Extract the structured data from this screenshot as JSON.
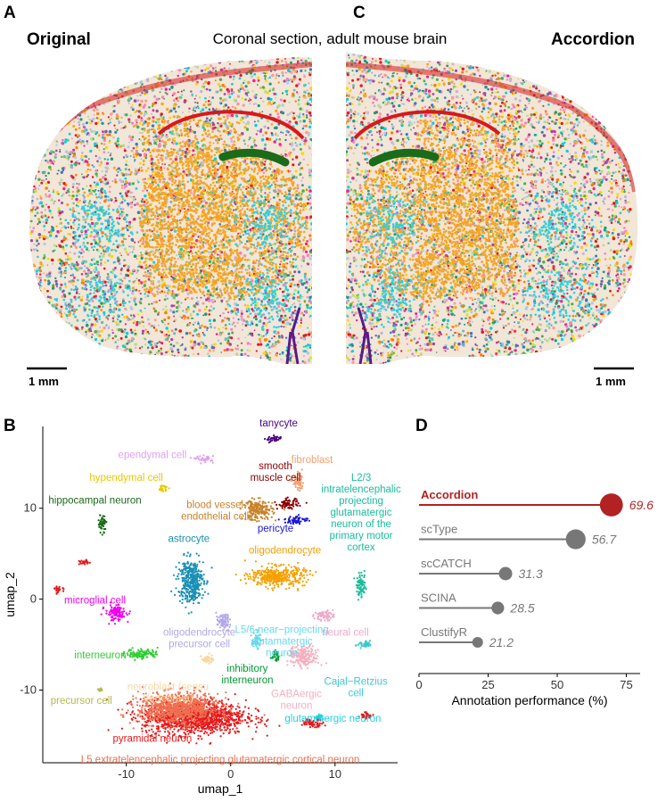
{
  "panels": {
    "a": "A",
    "b": "B",
    "c": "C",
    "d": "D"
  },
  "brain": {
    "title": "Coronal section, adult mouse brain",
    "left_label": "Original",
    "right_label": "Accordion",
    "scalebar_label": "1 mm",
    "palette": [
      "#e41a1c",
      "#ff7f00",
      "#f5a623",
      "#ffd700",
      "#00cfe0",
      "#377eb8",
      "#4daf4a",
      "#984ea3",
      "#f781bf",
      "#a6cee3",
      "#66c2a5",
      "#e7298a",
      "#1b9e77",
      "#fb9a99",
      "#b2df8a",
      "#cab2d6"
    ]
  },
  "colors": {
    "cortex_red": "#d7191c",
    "hippocampus_green": "#1a6b1a",
    "striatum_orange": "#f5a623",
    "fiber_purple": "#5a1a8a"
  },
  "chart_data": [
    {
      "type": "scatter",
      "xlabel": "umap_1",
      "ylabel": "umap_2",
      "xlim": [
        -18,
        16
      ],
      "ylim": [
        -18,
        19
      ],
      "xticks": [
        -10,
        0,
        10
      ],
      "yticks": [
        -10,
        0,
        10
      ],
      "clusters": [
        {
          "name": "tanycyte",
          "x": 4.2,
          "y": 17.6,
          "color": "#4b0082",
          "sx": 0.7,
          "sy": 0.35,
          "lx": 4.6,
          "ly": 19.0
        },
        {
          "name": "ependymal cell",
          "x": -2.5,
          "y": 15.4,
          "color": "#e0a0f0",
          "sx": 0.8,
          "sy": 0.3,
          "lx": -7.5,
          "ly": 15.5
        },
        {
          "name": "hypendymal cell",
          "x": -6.5,
          "y": 12.2,
          "color": "#e8c800",
          "sx": 0.4,
          "sy": 0.35,
          "lx": -10.0,
          "ly": 13.0
        },
        {
          "name": "hippocampal neuron",
          "x": -12.3,
          "y": 8.3,
          "color": "#1a6b1a",
          "sx": 0.35,
          "sy": 0.9,
          "lx": -13.0,
          "ly": 10.5
        },
        {
          "name": "smooth\nmuscle cell",
          "x": 5.5,
          "y": 10.5,
          "color": "#8b0000",
          "sx": 0.9,
          "sy": 0.5,
          "lx": 4.3,
          "ly": 14.3
        },
        {
          "name": "fibroblast",
          "x": 6.5,
          "y": 12.8,
          "color": "#f4a070",
          "sx": 0.5,
          "sy": 0.8,
          "lx": 7.8,
          "ly": 15.0
        },
        {
          "name": "blood vessel\nendothelial cell",
          "x": 2.6,
          "y": 9.8,
          "color": "#c8822a",
          "sx": 1.3,
          "sy": 1.0,
          "lx": -1.5,
          "ly": 10.0
        },
        {
          "name": "pericyte",
          "x": 6.3,
          "y": 8.7,
          "color": "#1a1acd",
          "sx": 1.0,
          "sy": 0.4,
          "lx": 4.3,
          "ly": 7.4
        },
        {
          "name": "L2/3\nintratelencephalic\nprojecting\nglutamatergic\nneuron of the\nprimary motor\ncortex",
          "x": 12.5,
          "y": 1.5,
          "color": "#1abc9c",
          "sx": 0.4,
          "sy": 1.2,
          "lx": 12.5,
          "ly": 13.0
        },
        {
          "name": "astrocyte",
          "x": -3.8,
          "y": 2.0,
          "color": "#1a8fb5",
          "sx": 1.1,
          "sy": 2.2,
          "lx": -4.0,
          "ly": 6.3
        },
        {
          "name": "oligodendrocyte",
          "x": 4.5,
          "y": 2.5,
          "color": "#f5a000",
          "sx": 2.4,
          "sy": 1.0,
          "lx": 5.2,
          "ly": 5.0
        },
        {
          "name": "microglial cell",
          "x": -11.0,
          "y": -1.5,
          "color": "#ee00ee",
          "sx": 0.9,
          "sy": 0.8,
          "lx": -13.0,
          "ly": -0.5
        },
        {
          "name": "oligodendrocyte\nprecursor cell",
          "x": -0.7,
          "y": -2.5,
          "color": "#b0a8e8",
          "sx": 0.6,
          "sy": 0.8,
          "lx": -3.0,
          "ly": -4.0
        },
        {
          "name": "L5/6 near−projecting\nglutamatergic\nneuron",
          "x": 2.5,
          "y": -4.5,
          "color": "#66d9ee",
          "sx": 0.4,
          "sy": 0.8,
          "lx": 4.9,
          "ly": -3.7
        },
        {
          "name": "neural cell",
          "x": 8.9,
          "y": -1.8,
          "color": "#f0a8c8",
          "sx": 0.8,
          "sy": 0.5,
          "lx": 11.0,
          "ly": -4.0
        },
        {
          "name": "interneuron",
          "x": -8.5,
          "y": -6.0,
          "color": "#32cd32",
          "sx": 1.4,
          "sy": 0.5,
          "lx": -12.5,
          "ly": -6.5
        },
        {
          "name": "inhibitory\ninterneuron",
          "x": 4.3,
          "y": -6.3,
          "color": "#009933",
          "sx": 0.3,
          "sy": 0.5,
          "lx": 1.6,
          "ly": -8.0
        },
        {
          "name": "neuroblast (sensu\nVertebrata)",
          "x": -2.2,
          "y": -6.5,
          "color": "#f8d8a0",
          "sx": 0.5,
          "sy": 0.5,
          "lx": -6.0,
          "ly": -10.0
        },
        {
          "name": "GABAergic\nneuron",
          "x": 7.0,
          "y": -6.3,
          "color": "#f4b0c0",
          "sx": 1.3,
          "sy": 1.0,
          "lx": 6.3,
          "ly": -10.8
        },
        {
          "name": "Cajal−Retzius\ncell",
          "x": 12.8,
          "y": -5.0,
          "color": "#3ec8d0",
          "sx": 0.7,
          "sy": 0.35,
          "lx": 12.0,
          "ly": -9.4
        },
        {
          "name": "precursor cell",
          "x": -12.5,
          "y": -10.0,
          "color": "#b5b84c",
          "sx": 0.2,
          "sy": 0.15,
          "lx": -14.3,
          "ly": -11.5
        },
        {
          "name": "glutamatergic neuron",
          "x": 8.5,
          "y": -13.0,
          "color": "#22d0e0",
          "sx": 0.3,
          "sy": 0.3,
          "lx": 9.8,
          "ly": -13.5
        },
        {
          "name": "pyramidal neuron",
          "x": -3.5,
          "y": -13.0,
          "color": "#e31a1c",
          "sx": 4.5,
          "sy": 1.7,
          "lx": -7.5,
          "ly": -15.7
        },
        {
          "name": "L5 extratelencephalic projecting glutamatergic cortical neuron",
          "x": -5.0,
          "y": -12.0,
          "color": "#ee7050",
          "sx": 3.5,
          "sy": 1.5,
          "lx": -1.0,
          "ly": -18.0
        },
        {
          "name": "",
          "x": -16.5,
          "y": 1.0,
          "color": "#e31a1c",
          "sx": 0.35,
          "sy": 0.35,
          "lx": 0,
          "ly": 0
        },
        {
          "name": "",
          "x": -14.0,
          "y": 4.0,
          "color": "#e31a1c",
          "sx": 0.45,
          "sy": 0.25,
          "lx": 0,
          "ly": 0
        },
        {
          "name": "",
          "x": 7.8,
          "y": -13.6,
          "color": "#e31a1c",
          "sx": 1.0,
          "sy": 0.4,
          "lx": 0,
          "ly": 0
        },
        {
          "name": "",
          "x": 13.0,
          "y": -12.8,
          "color": "#e31a1c",
          "sx": 0.5,
          "sy": 0.35,
          "lx": 0,
          "ly": 0
        }
      ]
    },
    {
      "type": "lollipop",
      "xlabel": "Annotation performance (%)",
      "xlim": [
        0,
        80
      ],
      "xticks": [
        0,
        25,
        50,
        75
      ],
      "categories": [
        "Accordion",
        "scType",
        "scCATCH",
        "SCINA",
        "ClustifyR"
      ],
      "values": [
        69.6,
        56.7,
        31.3,
        28.5,
        21.2
      ],
      "value_labels": [
        "69.6",
        "56.7",
        "31.3",
        "28.5",
        "21.2"
      ],
      "highlight_color": "#b22222",
      "other_color": "#777777"
    }
  ]
}
